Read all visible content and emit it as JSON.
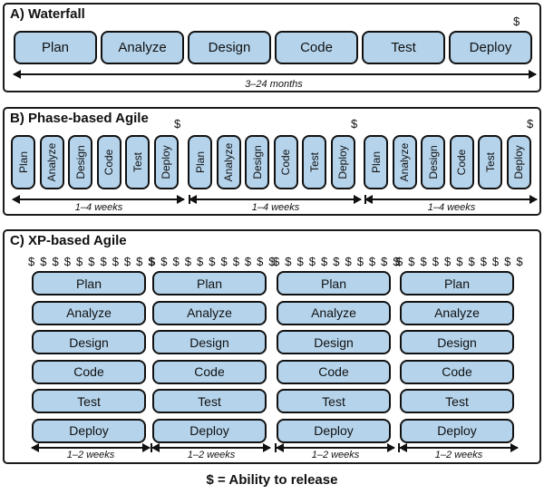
{
  "waterfall": {
    "title": "A) Waterfall",
    "phases": [
      "Plan",
      "Analyze",
      "Design",
      "Code",
      "Test",
      "Deploy"
    ],
    "release_marker": "$",
    "duration": "3–24 months"
  },
  "phase_agile": {
    "title": "B) Phase-based Agile",
    "phases": [
      "Plan",
      "Analyze",
      "Design",
      "Code",
      "Test",
      "Deploy"
    ],
    "release_marker": "$",
    "duration": "1–4 weeks"
  },
  "xp_agile": {
    "title": "C) XP-based Agile",
    "phases": [
      "Plan",
      "Analyze",
      "Design",
      "Code",
      "Test",
      "Deploy"
    ],
    "release_marker": "$",
    "duration": "1–2 weeks"
  },
  "legend": "$ = Ability to release",
  "colors": {
    "phase_fill": "#b5d4ec",
    "border": "#111111"
  }
}
